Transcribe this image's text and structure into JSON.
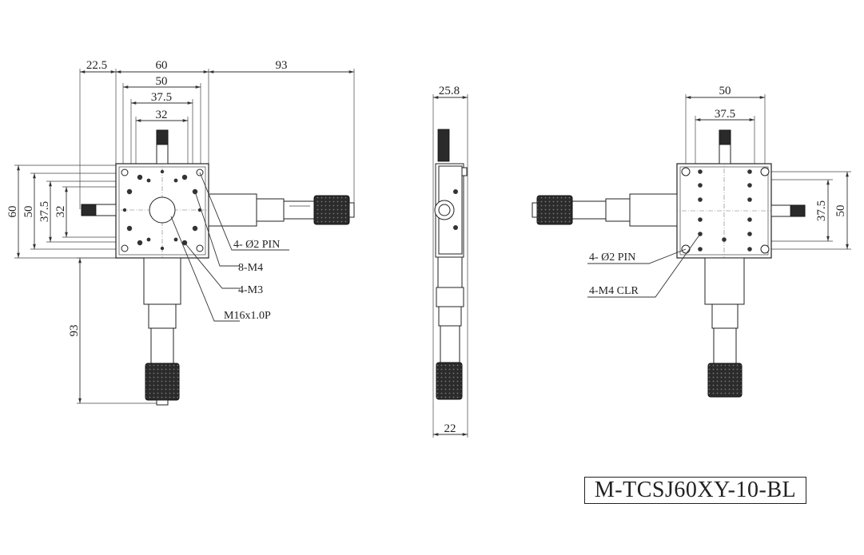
{
  "model": "M-TCSJ60XY-10-BL",
  "top_view": {
    "dims": {
      "offset": "22.5",
      "width": "60",
      "pin_spacing": "50",
      "m4_spacing": "37.5",
      "m3_spacing": "32",
      "micrometer": "93",
      "height": "60",
      "height_pin": "50",
      "height_m4": "37.5",
      "height_m3": "32",
      "micrometer_v": "93"
    },
    "callouts": {
      "pin": "4- Ø2 PIN",
      "m4": "8-M4",
      "m3": "4-M3",
      "thread": "M16x1.0P"
    }
  },
  "side_view": {
    "dims": {
      "top_width": "25.8",
      "bottom_width": "22"
    }
  },
  "bottom_view": {
    "dims": {
      "width_pin": "50",
      "width_clr": "37.5",
      "height_clr": "37.5",
      "height_pin": "50"
    },
    "callouts": {
      "pin": "4- Ø2 PIN",
      "clr": "4-M4 CLR"
    }
  }
}
